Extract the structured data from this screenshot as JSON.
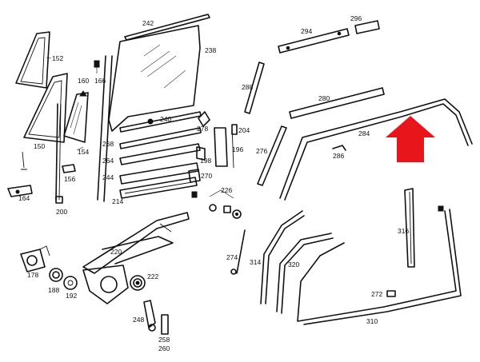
{
  "diagram": {
    "labels": {
      "p242": "242",
      "p296": "296",
      "p294": "294",
      "p152": "152",
      "p160": "160",
      "p166": "166",
      "p238": "238",
      "p288": "288",
      "p280": "280",
      "p150": "150",
      "p154": "154",
      "p240": "240",
      "p278": "278",
      "p204": "204",
      "p284": "284",
      "p268": "268",
      "p196": "196",
      "p276": "276",
      "p286": "286",
      "p198": "198",
      "p264": "264",
      "p156": "156",
      "p270": "270",
      "p244": "244",
      "p226": "226",
      "p164": "164",
      "p214": "214",
      "p200": "200",
      "p316": "316",
      "p220": "220",
      "p274": "274",
      "p314": "314",
      "p320": "320",
      "p178": "178",
      "p222": "222",
      "p188": "188",
      "p192": "192",
      "p272": "272",
      "p248": "248",
      "p310": "310",
      "p258": "258",
      "p260": "260"
    },
    "highlight_color": "#e8161b"
  }
}
